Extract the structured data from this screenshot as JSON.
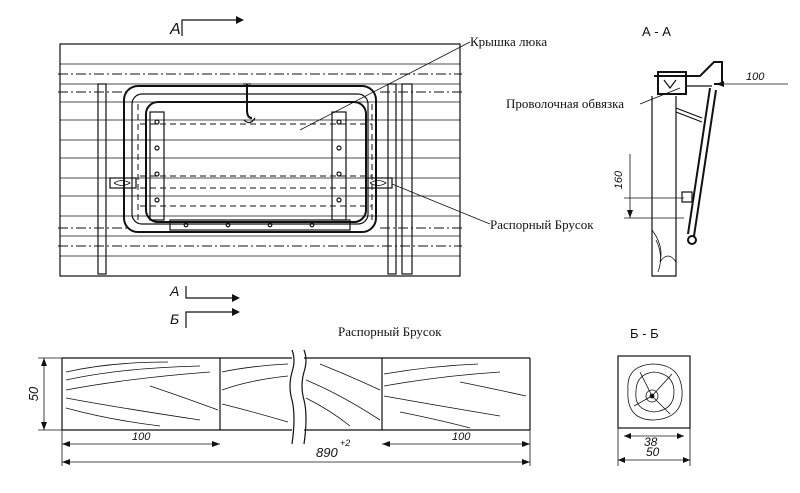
{
  "labels": {
    "hatch_cover": "Крышка люка",
    "wire_tie": "Проволочная обвязка",
    "spacer_bar_callout": "Распорный Брусок",
    "spacer_bar_title": "Распорный Брусок"
  },
  "sections": {
    "a_top": "А",
    "a_bottom": "А",
    "b_bottom": "Б",
    "view_aa": "А - А",
    "view_bb": "Б - Б"
  },
  "dimensions": {
    "aa_offset": "100",
    "aa_height": "160",
    "bar_height": "50",
    "bar_end_left": "100",
    "bar_end_right": "100",
    "bar_length": "890",
    "bar_tolerance": "+2",
    "section_inner": "38",
    "section_width": "50"
  }
}
